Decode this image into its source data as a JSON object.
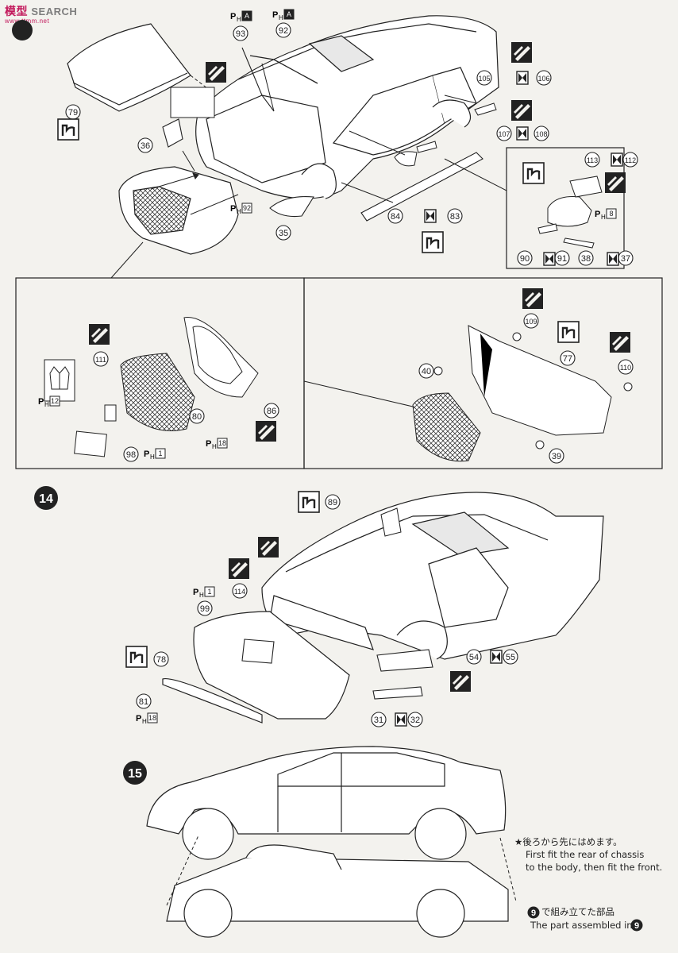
{
  "watermark": {
    "brand": "模型",
    "suffix": "SEARCH",
    "url": "www.ttmm.net"
  },
  "steps": {
    "s14": "14",
    "s15": "15",
    "ref9": "9"
  },
  "parts": {
    "p93": "93",
    "p92": "92",
    "p79": "79",
    "p36": "36",
    "p35": "35",
    "p105": "105",
    "p106": "106",
    "p107": "107",
    "p108": "108",
    "p84": "84",
    "p83": "83",
    "p113": "113",
    "p112": "112",
    "p90": "90",
    "p91": "91",
    "p38": "38",
    "p37": "37",
    "p111": "111",
    "p80": "80",
    "p86": "86",
    "p98": "98",
    "p109": "109",
    "p40": "40",
    "p77": "77",
    "p110": "110",
    "p39": "39",
    "p89": "89",
    "p114": "114",
    "p99": "99",
    "p78": "78",
    "p81": "81",
    "p54": "54",
    "p55": "55",
    "p31": "31",
    "p32": "32"
  },
  "photo_etch": {
    "ph": "P",
    "h": "H",
    "a": "A",
    "n92": "92",
    "n8": "8",
    "n12": "12",
    "n18": "18",
    "n1": "1"
  },
  "notes": {
    "jp": "★後ろから先にはめます。",
    "en1": "First fit the rear of chassis",
    "en2": "to the body, then fit the front.",
    "assembled_jp": "で組み立てた部品",
    "assembled_en": "The part assembled in"
  },
  "icons": [
    "paint-icon",
    "glue-icon",
    "pair-icon",
    "photo-etch-icon",
    "crown-emblem-icon"
  ],
  "colors": {
    "ink": "#222222",
    "paper": "#f3f2ee",
    "watermark": "#c2185b"
  }
}
